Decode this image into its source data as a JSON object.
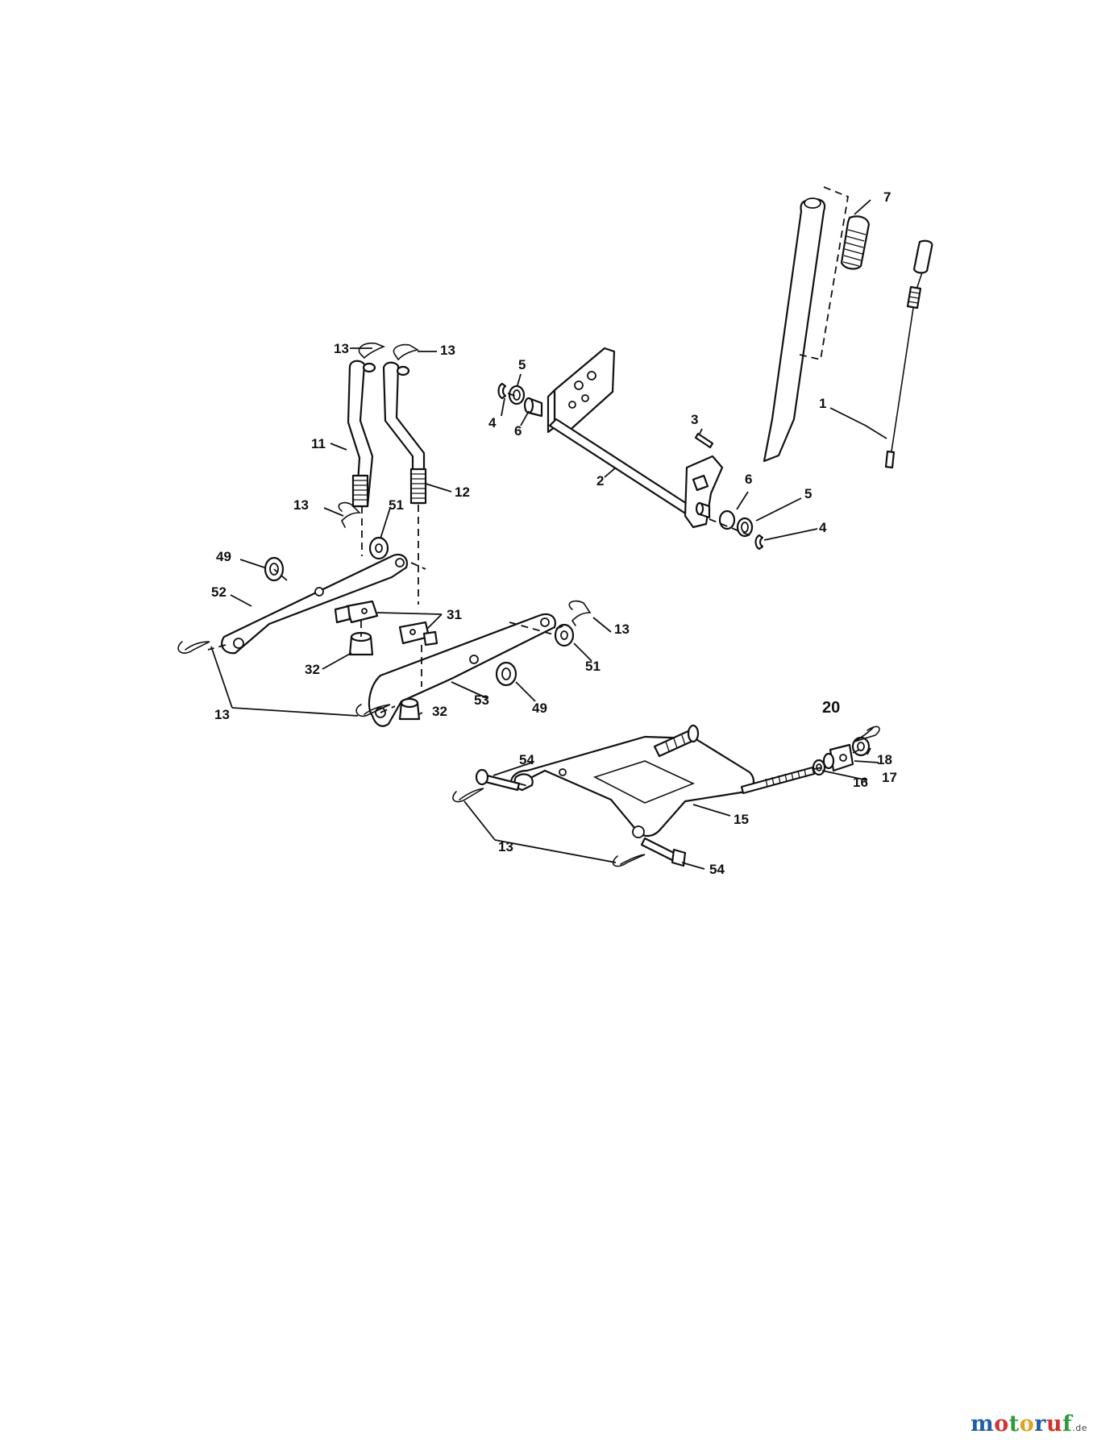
{
  "diagram": {
    "callouts": [
      {
        "id": "c7",
        "label": "7"
      },
      {
        "id": "c1",
        "label": "1"
      },
      {
        "id": "c3",
        "label": "3"
      },
      {
        "id": "c5a",
        "label": "5"
      },
      {
        "id": "c4a",
        "label": "4"
      },
      {
        "id": "c6a",
        "label": "6"
      },
      {
        "id": "c2",
        "label": "2"
      },
      {
        "id": "c6b",
        "label": "6"
      },
      {
        "id": "c5b",
        "label": "5"
      },
      {
        "id": "c4b",
        "label": "4"
      },
      {
        "id": "c13a",
        "label": "13"
      },
      {
        "id": "c13b",
        "label": "13"
      },
      {
        "id": "c11",
        "label": "11"
      },
      {
        "id": "c12",
        "label": "12"
      },
      {
        "id": "c13c",
        "label": "13"
      },
      {
        "id": "c51a",
        "label": "51"
      },
      {
        "id": "c49a",
        "label": "49"
      },
      {
        "id": "c52",
        "label": "52"
      },
      {
        "id": "c31",
        "label": "31"
      },
      {
        "id": "c13d",
        "label": "13"
      },
      {
        "id": "c32a",
        "label": "32"
      },
      {
        "id": "c51b",
        "label": "51"
      },
      {
        "id": "c53",
        "label": "53"
      },
      {
        "id": "c49b",
        "label": "49"
      },
      {
        "id": "c32b",
        "label": "32"
      },
      {
        "id": "c13e",
        "label": "13"
      },
      {
        "id": "c20",
        "label": "20"
      },
      {
        "id": "c18",
        "label": "18"
      },
      {
        "id": "c17",
        "label": "17"
      },
      {
        "id": "c16",
        "label": "16"
      },
      {
        "id": "c15",
        "label": "15"
      },
      {
        "id": "c54a",
        "label": "54"
      },
      {
        "id": "c13f",
        "label": "13"
      },
      {
        "id": "c54b",
        "label": "54"
      }
    ]
  },
  "watermark": {
    "letters": [
      "m",
      "o",
      "t",
      "o",
      "r",
      "u",
      "f"
    ],
    "colors": [
      "#1f5fa8",
      "#d4322c",
      "#2e9a3e",
      "#e2a21a",
      "#1f5fa8",
      "#d4322c",
      "#2e9a3e"
    ],
    "tld": ".de"
  }
}
